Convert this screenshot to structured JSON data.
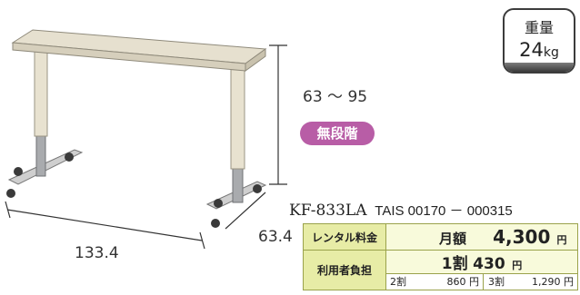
{
  "colors": {
    "table_top": "#e6e0cf",
    "frame": "#e8e2d0",
    "metal": "#a9abae",
    "pill_bg": "#b85da6",
    "table_label_bg": "#e7eca6",
    "table_border": "#9aa24b"
  },
  "icons": {
    "over_bed_table": "over-bed-table-illustration"
  },
  "weight": {
    "label": "重量",
    "value": "24",
    "unit": "kg"
  },
  "dimensions": {
    "height": "63 ～ 95",
    "width": "133.4",
    "depth": "63.4"
  },
  "badge": {
    "text": "無段階"
  },
  "product": {
    "model": "KF-833LA",
    "tais": "TAIS 00170 － 000315"
  },
  "price_table": {
    "rental_label": "レンタル料金",
    "monthly_label": "月額",
    "monthly_amount": "4,300",
    "yen": "円",
    "copay_label": "利用者負担",
    "copay_10_label": "1割",
    "copay_10_amount": "430",
    "copay_20_label": "2割",
    "copay_20_amount": "860 円",
    "copay_30_label": "3割",
    "copay_30_amount": "1,290 円"
  }
}
